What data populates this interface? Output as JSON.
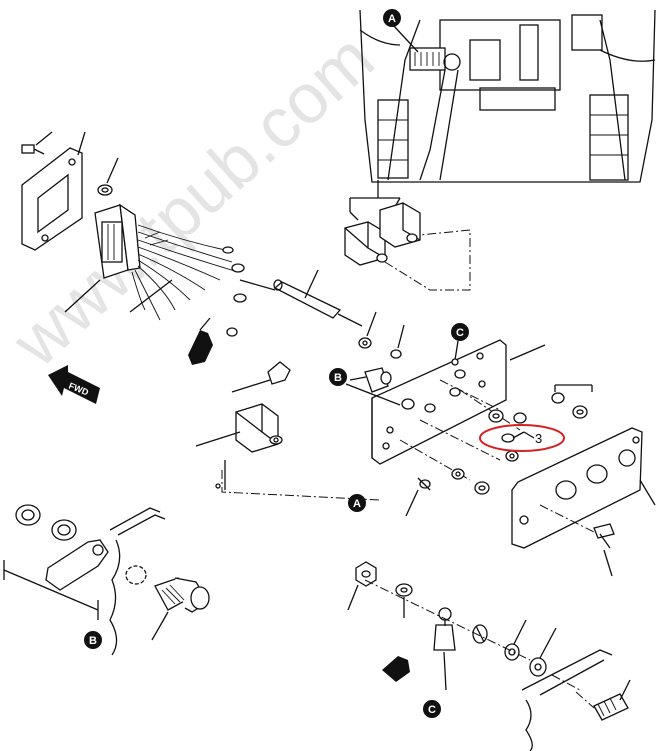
{
  "watermark": "www.tpub.com",
  "fwd_label": "FWD",
  "callouts": {
    "a_top": "A",
    "a_main": "A",
    "b_detail": "B",
    "b_pointer": "B",
    "c_detail": "C",
    "c_pointer": "C"
  },
  "item_number": "3",
  "highlight_color": "#d62020"
}
